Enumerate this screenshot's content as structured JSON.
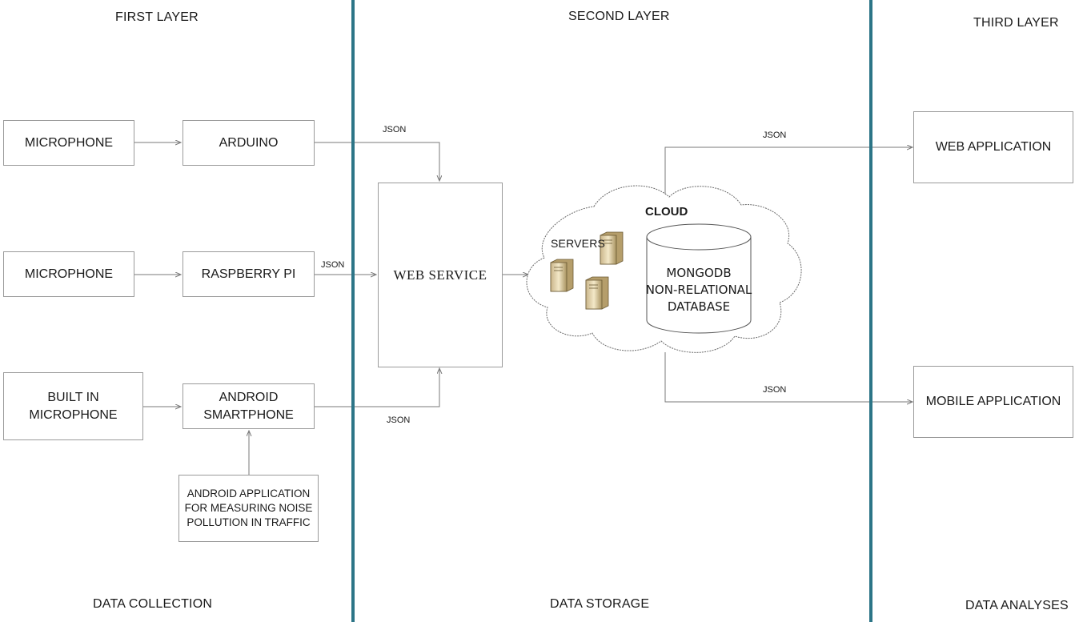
{
  "layers": {
    "first": "FIRST LAYER",
    "second": "SECOND LAYER",
    "third": "THIRD LAYER"
  },
  "footers": {
    "collection": "DATA COLLECTION",
    "storage": "DATA STORAGE",
    "analyses": "DATA ANALYSES"
  },
  "nodes": {
    "microphone_1": "MICROPHONE",
    "arduino": "ARDUINO",
    "microphone_2": "MICROPHONE",
    "raspberry": "RASPBERRY PI",
    "builtin_line1": "BUILT IN",
    "builtin_line2": "MICROPHONE",
    "android_line1": "ANDROID",
    "android_line2": "SMARTPHONE",
    "app_line1": "ANDROID APPLICATION",
    "app_line2": "FOR MEASURING NOISE",
    "app_line3": "POLLUTION IN TRAFFIC",
    "web_service": "WEB SERVICE",
    "cloud": "CLOUD",
    "servers": "SERVERS",
    "db_line1": "MONGODB",
    "db_line2": "NON-RELATIONAL",
    "db_line3": "DATABASE",
    "web_app": "WEB APPLICATION",
    "mobile_app": "MOBILE APPLICATION"
  },
  "edge_labels": {
    "arduino_json": "JSON",
    "raspberry_json": "JSON",
    "android_json": "JSON",
    "web_json": "JSON",
    "mobile_json": "JSON"
  },
  "colors": {
    "divider": "#2c7587",
    "arrow": "#7a7a7a",
    "border": "#9a9a9a"
  }
}
